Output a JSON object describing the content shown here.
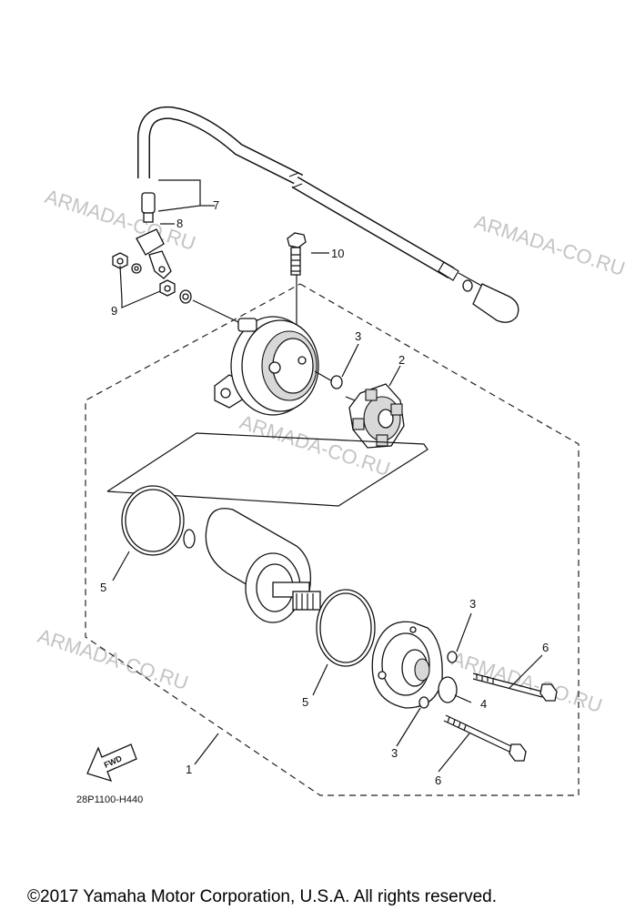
{
  "diagram": {
    "callouts": {
      "c1": "1",
      "c2": "2",
      "c3a": "3",
      "c3b": "3",
      "c3c": "3",
      "c4": "4",
      "c5a": "5",
      "c5b": "5",
      "c6a": "6",
      "c6b": "6",
      "c7": "7",
      "c8": "8",
      "c9": "9",
      "c10": "10"
    },
    "fwd_arrow": "FWD",
    "drawing_code": "28P1100-H440",
    "watermark": "ARMADA-CO.RU"
  },
  "footer": {
    "copyright": "©2017 Yamaha Motor Corporation, U.S.A. All rights reserved."
  }
}
